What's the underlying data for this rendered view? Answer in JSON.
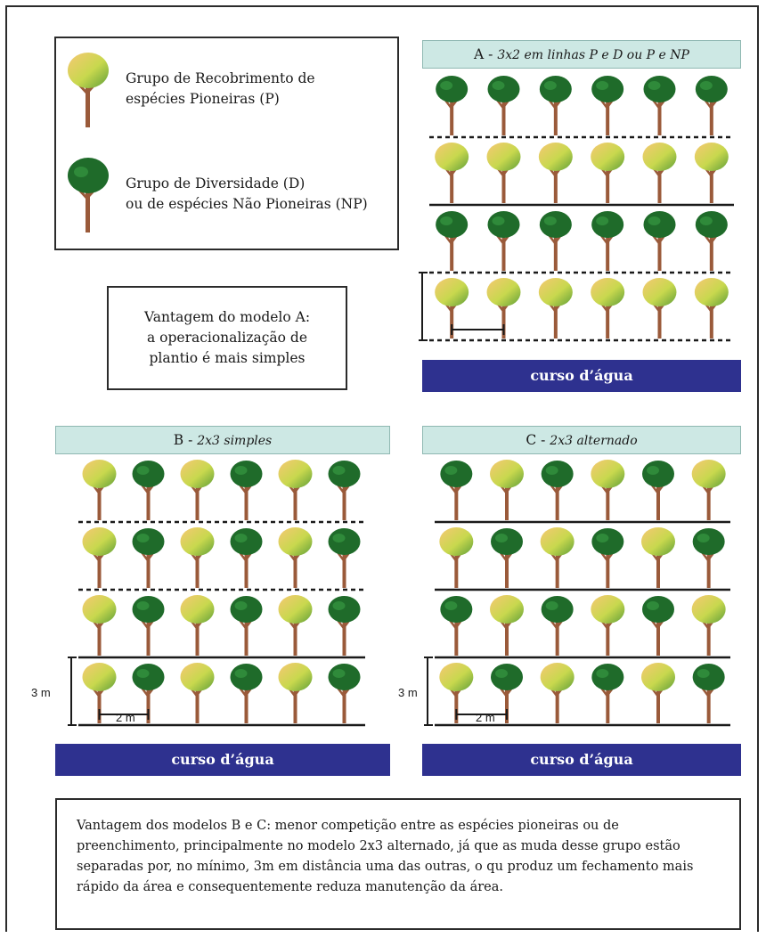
{
  "legend": {
    "pioneer": {
      "line1": "Grupo de Recobrimento de",
      "line2": "espécies Pioneiras (P)",
      "icon": "pioneer-tree-icon"
    },
    "diversity": {
      "line1": "Grupo de Diversidade (D)",
      "line2": "ou de espécies Não Pioneiras  (NP)",
      "icon": "diversity-tree-icon"
    }
  },
  "advantage_a": {
    "line1": "Vantagem do modelo A:",
    "line2": "a operacionalização de",
    "line3": "plantio é mais simples"
  },
  "panels": {
    "a": {
      "title_prefix": "A - ",
      "title_italic": "3x2 em linhas P e D ou P e NP",
      "water": "curso d’água",
      "rows": [
        [
          "D",
          "D",
          "D",
          "D",
          "D",
          "D"
        ],
        [
          "P",
          "P",
          "P",
          "P",
          "P",
          "P"
        ],
        [
          "D",
          "D",
          "D",
          "D",
          "D",
          "D"
        ],
        [
          "P",
          "P",
          "P",
          "P",
          "P",
          "P"
        ]
      ]
    },
    "b": {
      "title_prefix": "B - ",
      "title_italic": "2x3 simples",
      "water": "curso d’água",
      "dim_v": "3 m",
      "dim_h": "2 m",
      "rows": [
        [
          "P",
          "D",
          "P",
          "D",
          "P",
          "D"
        ],
        [
          "P",
          "D",
          "P",
          "D",
          "P",
          "D"
        ],
        [
          "P",
          "D",
          "P",
          "D",
          "P",
          "D"
        ],
        [
          "P",
          "D",
          "P",
          "D",
          "P",
          "D"
        ]
      ]
    },
    "c": {
      "title_prefix": "C - ",
      "title_italic": "2x3 alternado",
      "water": "curso d’água",
      "dim_v": "3 m",
      "dim_h": "2 m",
      "rows": [
        [
          "D",
          "P",
          "D",
          "P",
          "D",
          "P"
        ],
        [
          "P",
          "D",
          "P",
          "D",
          "P",
          "D"
        ],
        [
          "D",
          "P",
          "D",
          "P",
          "D",
          "P"
        ],
        [
          "P",
          "D",
          "P",
          "D",
          "P",
          "D"
        ]
      ]
    }
  },
  "advantage_bc": "Vantagem dos modelos B e C: menor competição entre as espécies pioneiras ou de preenchimento, principalmente no modelo 2x3 alternado, já que as muda desse grupo estão separadas por, no mínimo, 3m em distância uma das outras, o qu produz um fechamento mais rápido da área e consequentemente reduza manutenção da área.",
  "colors": {
    "pioneer_top": "#f4c46a",
    "pioneer_mid": "#b9d14a",
    "diversity": "#1f6b2a",
    "trunk": "#9a5a3a",
    "water": "#2e318f",
    "title_bg": "#cde8e4"
  }
}
